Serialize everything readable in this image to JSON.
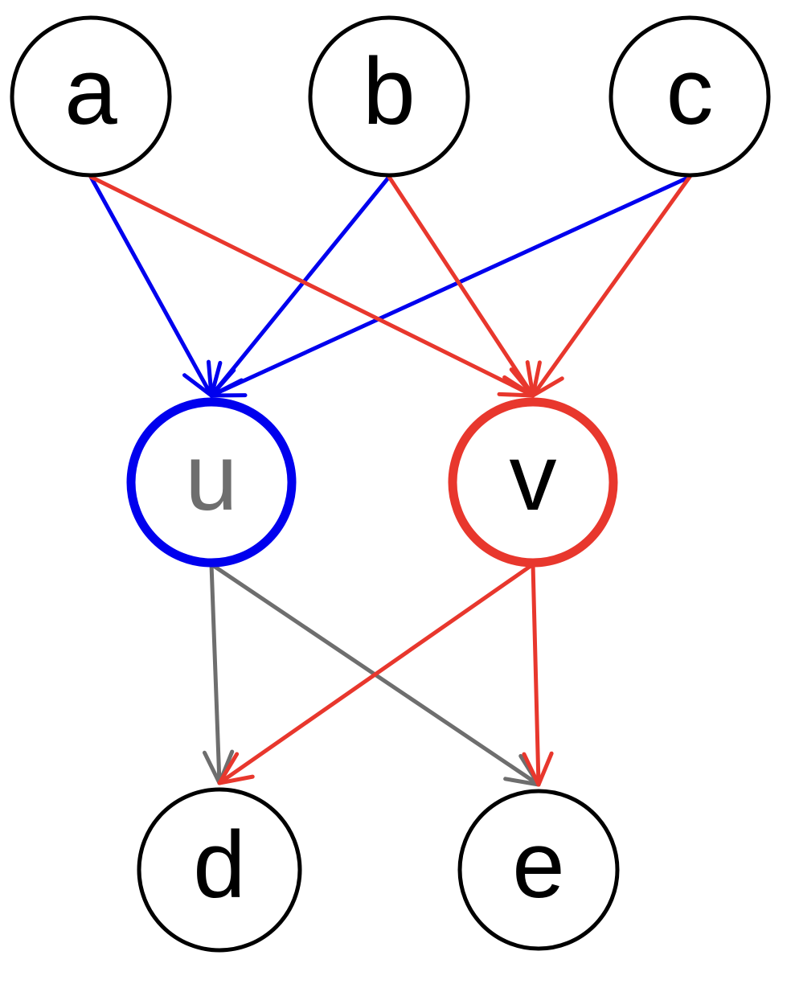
{
  "colors": {
    "black": "#000000",
    "blue": "#0000ee",
    "red": "#e8372d",
    "gray": "#6e6e6e",
    "background": "#ffffff"
  },
  "nodes": [
    {
      "id": "a",
      "label": "a",
      "stroke": "black",
      "text": "black",
      "thick": false
    },
    {
      "id": "b",
      "label": "b",
      "stroke": "black",
      "text": "black",
      "thick": false
    },
    {
      "id": "c",
      "label": "c",
      "stroke": "black",
      "text": "black",
      "thick": false
    },
    {
      "id": "u",
      "label": "u",
      "stroke": "blue",
      "text": "gray",
      "thick": true
    },
    {
      "id": "v",
      "label": "v",
      "stroke": "red",
      "text": "black",
      "thick": true
    },
    {
      "id": "d",
      "label": "d",
      "stroke": "black",
      "text": "black",
      "thick": false
    },
    {
      "id": "e",
      "label": "e",
      "stroke": "black",
      "text": "black",
      "thick": false
    }
  ],
  "edges": [
    {
      "from": "a",
      "to": "u",
      "color": "blue"
    },
    {
      "from": "b",
      "to": "u",
      "color": "blue"
    },
    {
      "from": "c",
      "to": "u",
      "color": "blue"
    },
    {
      "from": "a",
      "to": "v",
      "color": "red"
    },
    {
      "from": "b",
      "to": "v",
      "color": "red"
    },
    {
      "from": "c",
      "to": "v",
      "color": "red"
    },
    {
      "from": "u",
      "to": "d",
      "color": "gray"
    },
    {
      "from": "u",
      "to": "e",
      "color": "gray"
    },
    {
      "from": "v",
      "to": "d",
      "color": "red"
    },
    {
      "from": "v",
      "to": "e",
      "color": "red"
    }
  ]
}
